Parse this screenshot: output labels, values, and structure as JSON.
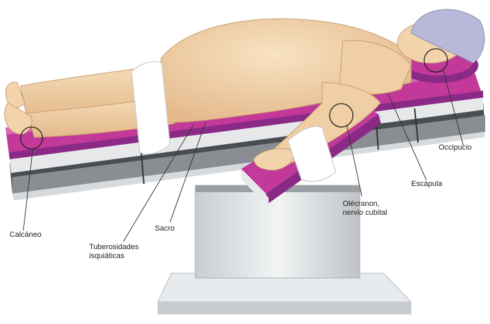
{
  "labels": {
    "occipucio": "Occipucio",
    "escapula": "Escápula",
    "olecranon": {
      "line1": "Olécranon,",
      "line2": "nervio cubital"
    },
    "calcaneo": "Calcáneo",
    "sacro": "Sacro",
    "tuberosidades": {
      "line1": "Tuberosidades",
      "line2": "isquiáticas"
    }
  },
  "colors": {
    "pad_magenta": "#c2399a",
    "pad_purple": "#8a2a86",
    "table_gray": "#6f7378",
    "base_silver": "#d9dde0",
    "skin": "#f1cfa6",
    "strap": "#ffffff",
    "cap": "#b8b8d8",
    "leader_line": "#333333"
  }
}
